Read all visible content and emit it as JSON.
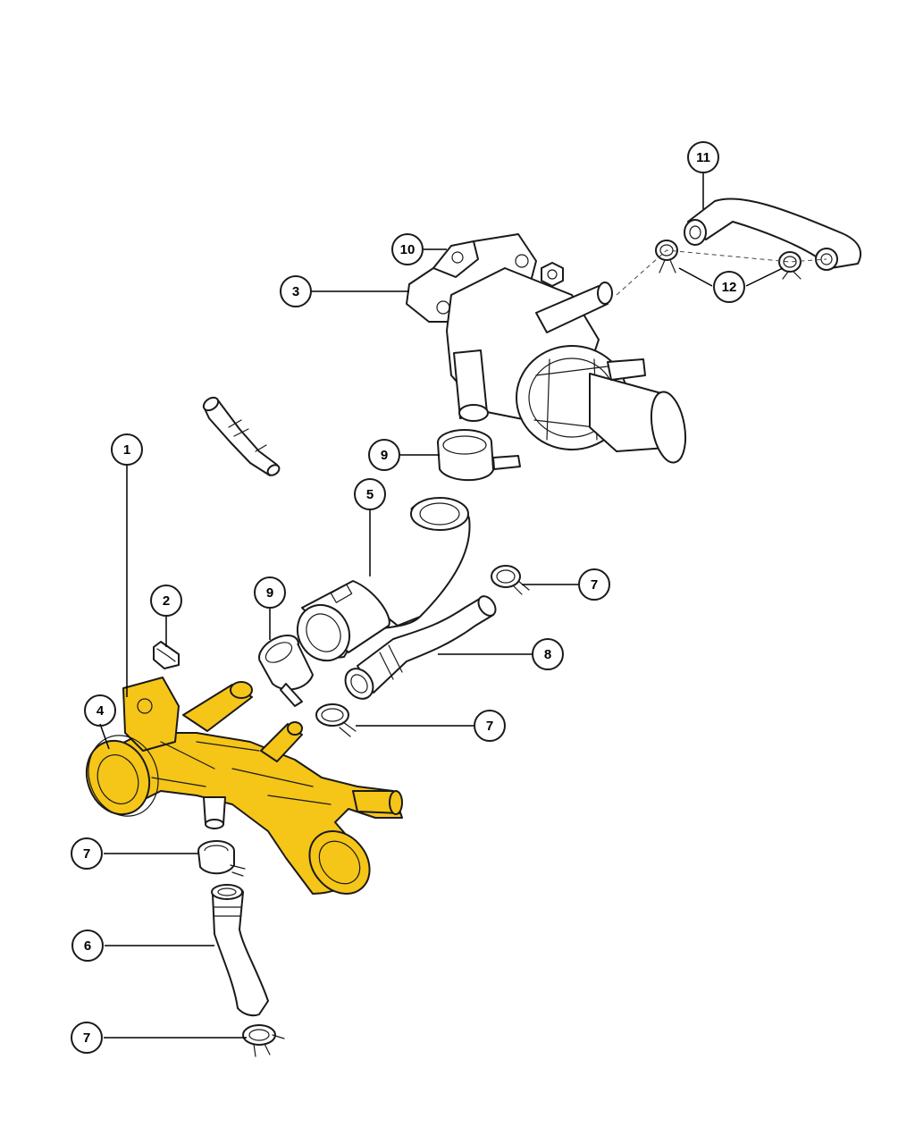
{
  "colors": {
    "highlight": "#f5c518",
    "line": "#1a1a1a",
    "background": "#ffffff"
  },
  "callouts": [
    {
      "id": "c1",
      "label": "1"
    },
    {
      "id": "c2",
      "label": "2"
    },
    {
      "id": "c3",
      "label": "3"
    },
    {
      "id": "c4",
      "label": "4"
    },
    {
      "id": "c5",
      "label": "5"
    },
    {
      "id": "c6",
      "label": "6"
    },
    {
      "id": "c7a",
      "label": "7"
    },
    {
      "id": "c7b",
      "label": "7"
    },
    {
      "id": "c7c",
      "label": "7"
    },
    {
      "id": "c7d",
      "label": "7"
    },
    {
      "id": "c8",
      "label": "8"
    },
    {
      "id": "c9a",
      "label": "9"
    },
    {
      "id": "c9b",
      "label": "9"
    },
    {
      "id": "c10",
      "label": "10"
    },
    {
      "id": "c11",
      "label": "11"
    },
    {
      "id": "c12",
      "label": "12"
    }
  ]
}
